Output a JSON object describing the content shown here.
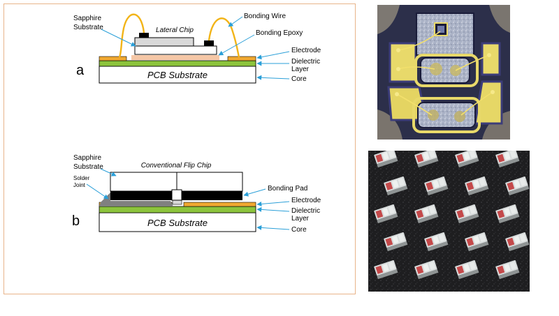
{
  "figure": {
    "panel_a": {
      "letter": "a",
      "labels": {
        "sapphire": [
          "Sapphire",
          "Substrate"
        ],
        "chip": "Lateral Chip",
        "bonding_wire": "Bonding Wire",
        "bonding_epoxy": "Bonding Epoxy",
        "electrode": "Electrode",
        "dielectric": [
          "Dielectric",
          "Layer"
        ],
        "core": "Core",
        "pcb": "PCB Substrate"
      }
    },
    "panel_b": {
      "letter": "b",
      "labels": {
        "sapphire": [
          "Sapphire",
          "Substrate"
        ],
        "chip": "Conventional Flip Chip",
        "solder_joint": [
          "Solder",
          "Joint"
        ],
        "bonding_pad": "Bonding Pad",
        "electrode": "Electrode",
        "dielectric": [
          "Dielectric",
          "Layer"
        ],
        "core": "Core",
        "pcb": "PCB Substrate"
      }
    }
  },
  "colors": {
    "panel_border": "#e8b48a",
    "electrode": "#f0a830",
    "dielectric": "#8cc43c",
    "arrow": "#2a9fd8",
    "wire": "#f2b418",
    "epoxy": "#f5c7a6",
    "pad": "#000000",
    "solder": "#808080"
  }
}
